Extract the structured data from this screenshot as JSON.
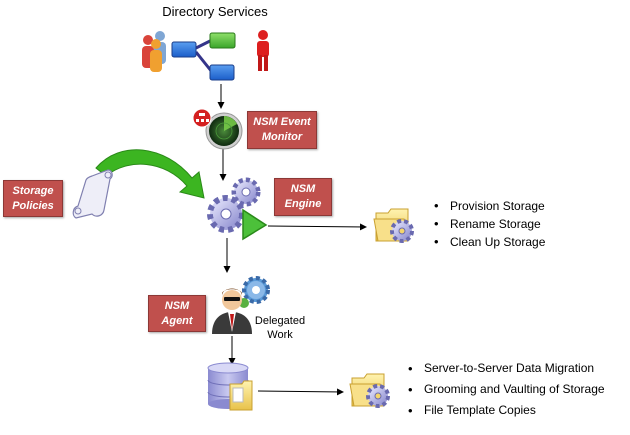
{
  "diagram": {
    "title": "Directory Services",
    "labels": {
      "event_monitor": "NSM Event Monitor",
      "engine": "NSM Engine",
      "storage_policies": "Storage Policies",
      "agent": "NSM Agent"
    },
    "label_lines": {
      "event_monitor": [
        "NSM Event",
        "Monitor"
      ],
      "engine": [
        "NSM",
        "Engine"
      ],
      "storage_policies": [
        "Storage",
        "Policies"
      ],
      "agent": [
        "NSM",
        "Agent"
      ]
    },
    "delegated_work": [
      "Delegated",
      "Work"
    ],
    "engine_actions": [
      "Provision Storage",
      "Rename Storage",
      "Clean Up Storage"
    ],
    "agent_actions": [
      "Server-to-Server Data Migration",
      "Grooming and Vaulting of Storage",
      "File Template Copies"
    ],
    "icons": {
      "directory": [
        "users-group-icon",
        "org-chart-icon",
        "user-icon"
      ],
      "event_monitor": "radar-icon",
      "policies": "scroll-icon",
      "engine": "gears-play-icon",
      "agent": "agent-person-icon",
      "storage": "database-folder-icon",
      "output": "folder-gear-icon"
    },
    "colors": {
      "label_box": "#c0504d",
      "arrow_green": "#3cb521",
      "gear": "#9a9ad6",
      "folder": "#f5d66b"
    }
  }
}
